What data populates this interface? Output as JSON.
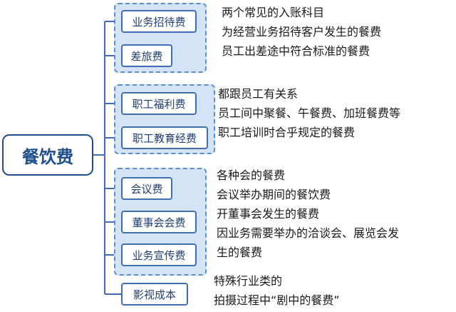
{
  "root": {
    "label": "餐饮费"
  },
  "groups": [
    {
      "items": [
        "业务招待费",
        "差旅费"
      ],
      "note": "两个常见的入账科目\n为经营业务招待客户发生的餐费\n员工出差途中符合标准的餐费"
    },
    {
      "items": [
        "职工福利费",
        "职工教育经费"
      ],
      "note": "都跟员工有关系\n员工间中聚餐、午餐费、加班餐费等\n职工培训时合乎规定的餐费"
    },
    {
      "items": [
        "会议费",
        "董事会会费",
        "业务宣传费"
      ],
      "note": "各种会的餐费\n会议举办期间的餐饮费\n开董事会发生的餐费\n因业务需要举办的洽谈会、展览会发\n生的餐费"
    },
    {
      "items": [
        "影视成本"
      ],
      "note": "特殊行业类的\n拍摄过程中“剧中的餐费”"
    }
  ],
  "colors": {
    "line": "#3f6fb0",
    "group_fill": "#d4e3f5",
    "root_text": "#1f4e8c"
  }
}
